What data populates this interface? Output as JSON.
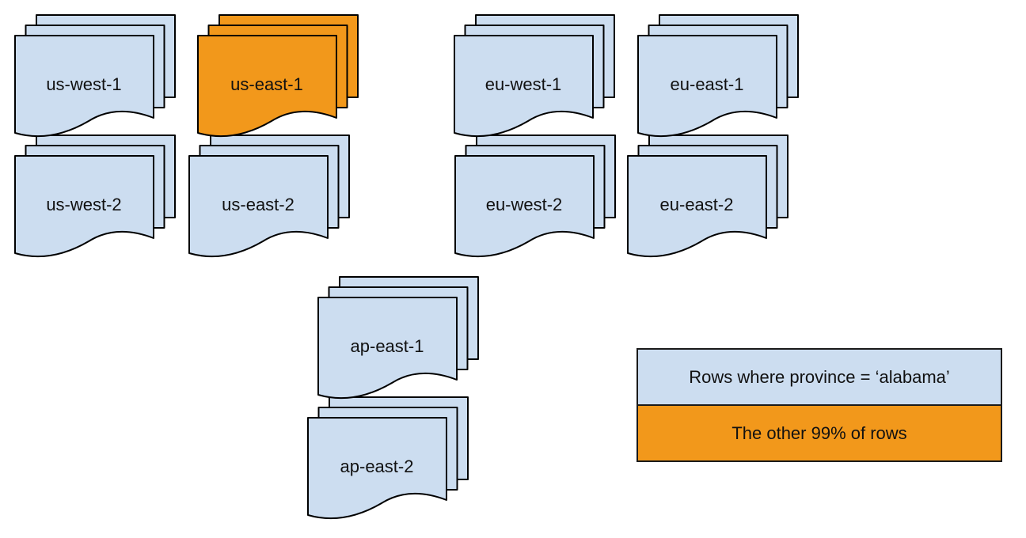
{
  "colors": {
    "doc_blue": "#CCDDF0",
    "doc_orange": "#F2981B",
    "stroke": "#000000",
    "background": "#FFFFFF"
  },
  "stacks": [
    {
      "label": "us-west-1",
      "color": "blue"
    },
    {
      "label": "us-east-1",
      "color": "orange"
    },
    {
      "label": "eu-west-1",
      "color": "blue"
    },
    {
      "label": "eu-east-1",
      "color": "blue"
    },
    {
      "label": "us-west-2",
      "color": "blue"
    },
    {
      "label": "us-east-2",
      "color": "blue"
    },
    {
      "label": "eu-west-2",
      "color": "blue"
    },
    {
      "label": "eu-east-2",
      "color": "blue"
    },
    {
      "label": "ap-east-1",
      "color": "blue"
    },
    {
      "label": "ap-east-2",
      "color": "blue"
    }
  ],
  "legend": {
    "items": [
      {
        "label": "Rows where province = ‘alabama’",
        "color": "#CCDDF0"
      },
      {
        "label": "The other 99% of rows",
        "color": "#F2981B"
      }
    ]
  }
}
